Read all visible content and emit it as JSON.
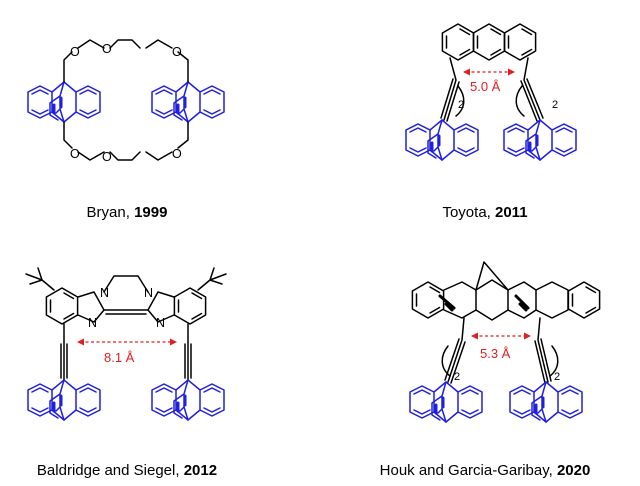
{
  "panels": [
    {
      "author": "Bryan, ",
      "year": "1999",
      "atoms": [
        "O",
        "O",
        "O",
        "O",
        "O",
        "O"
      ]
    },
    {
      "author": "Toyota, ",
      "year": "2011",
      "distance": "5.0 Å",
      "subscripts": [
        "2",
        "2"
      ]
    },
    {
      "author": "Baldridge and Siegel, ",
      "year": "2012",
      "distance": "8.1 Å",
      "atoms": [
        "N",
        "N",
        "N",
        "N"
      ]
    },
    {
      "author": "Houk and Garcia-Garibay, ",
      "year": "2020",
      "distance": "5.3 Å",
      "subscripts": [
        "2",
        "2"
      ]
    }
  ],
  "colors": {
    "rotor": "#1f1fe0",
    "stator": "#000000",
    "distance": "#e02020"
  }
}
